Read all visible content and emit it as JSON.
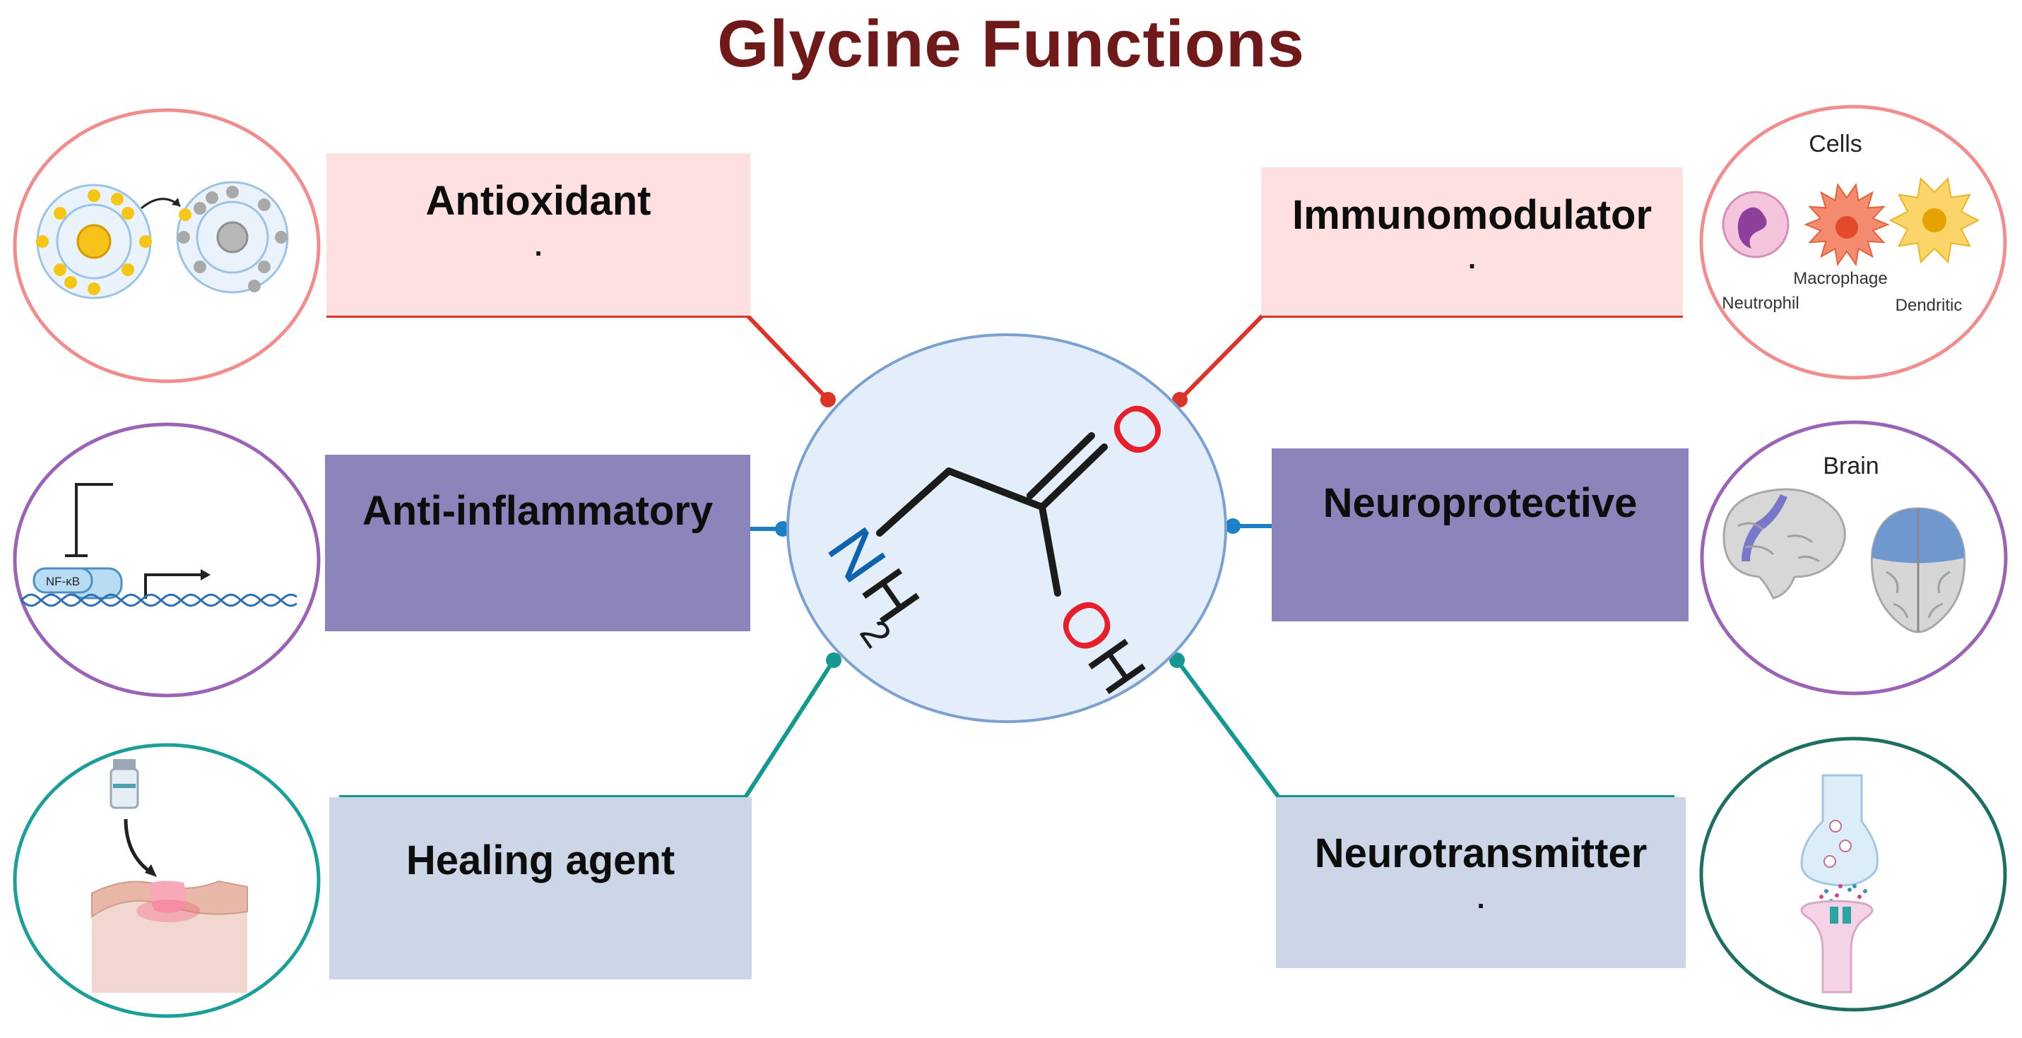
{
  "title": "Glycine Functions",
  "colors": {
    "title": "#6e1a1a",
    "red_line": "#d9352b",
    "blue_line": "#1d7fc4",
    "teal_line": "#16978f",
    "pink_box": "#fde0df",
    "purple_box": "#8b85bb",
    "grey_box": "#ccd6e6",
    "center_fill": "#e3eefa",
    "center_stroke": "#7ca0cf",
    "oxygen": "#e5202c",
    "nitrogen": "#1162ad"
  },
  "functions": {
    "antioxidant": {
      "label": "Antioxidant",
      "note": "."
    },
    "immunomodulator": {
      "label": "Immunomodulator",
      "note": "."
    },
    "anti_inflammatory": {
      "label": "Anti-inflammatory",
      "note": ""
    },
    "neuroprotective": {
      "label": "Neuroprotective",
      "note": ""
    },
    "healing_agent": {
      "label": "Healing agent",
      "note": ""
    },
    "neurotransmitter": {
      "label": "Neurotransmitter",
      "note": "."
    }
  },
  "molecule": {
    "oxygen": "O",
    "hydroxyl_o": "O",
    "hydroxyl_h": "H",
    "amine_n": "N",
    "amine_h": "H",
    "amine_sub": "2"
  },
  "illustrations": {
    "cells": {
      "title": "Cells",
      "neutrophil": "Neutrophil",
      "macrophage": "Macrophage",
      "dendritic": "Dendritic"
    },
    "brain": {
      "title": "Brain"
    },
    "nfkb": {
      "label": "NF-κB"
    }
  }
}
